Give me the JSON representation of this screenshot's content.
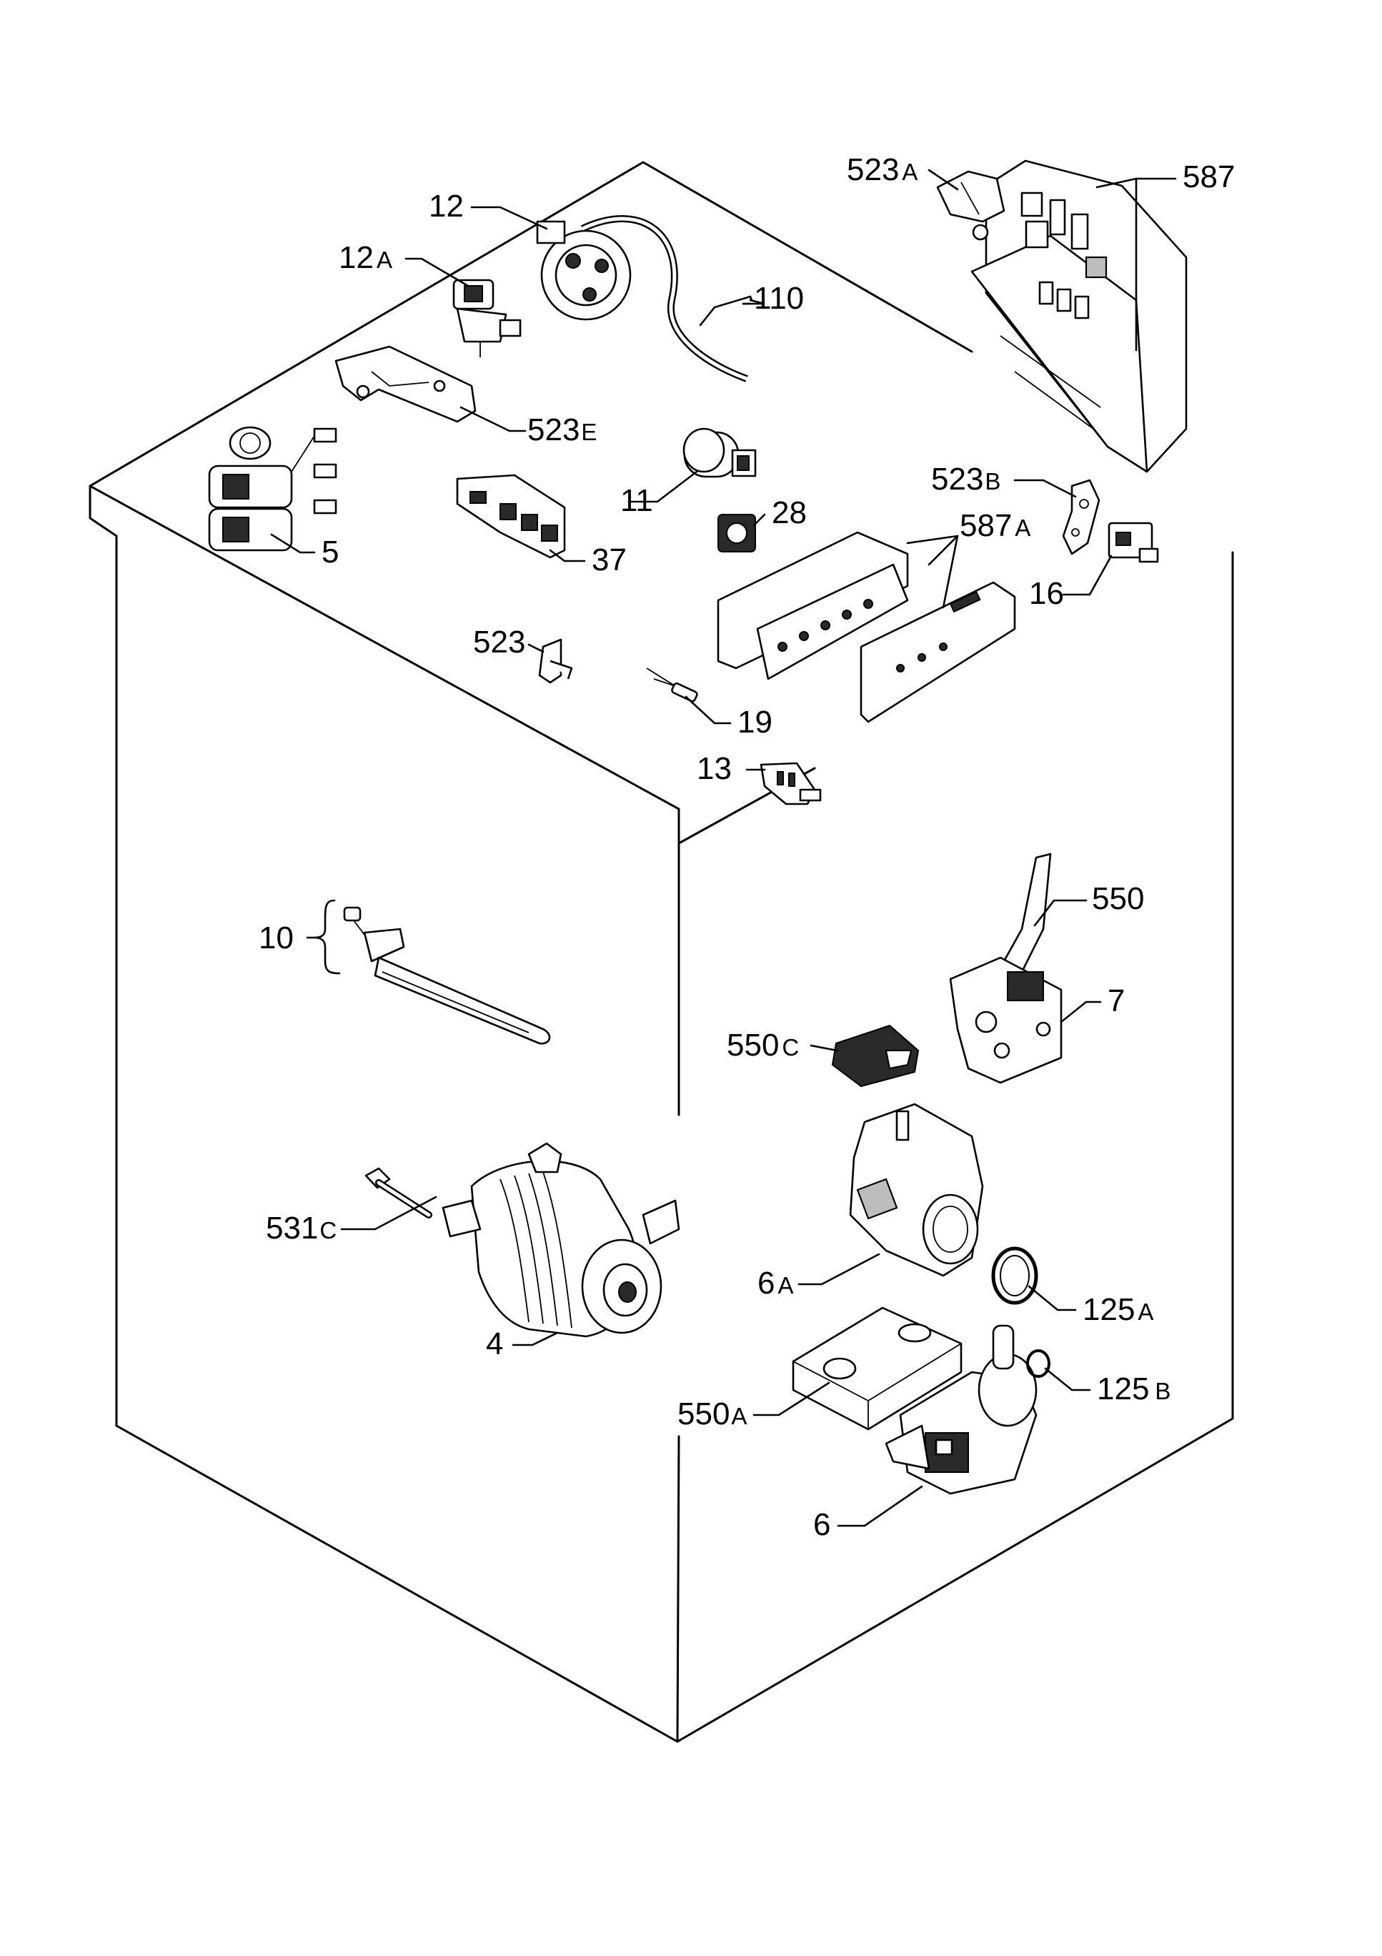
{
  "labels": {
    "p12": "12",
    "p12a": "12",
    "p12a_suffix": "A",
    "p110": "110",
    "p523a": "523",
    "p523a_suffix": "A",
    "p587": "587",
    "p523e": "523",
    "p523e_suffix": "E",
    "p5": "5",
    "p11": "11",
    "p28": "28",
    "p37": "37",
    "p523b": "523",
    "p523b_suffix": "B",
    "p587a": "587",
    "p587a_suffix": "A",
    "p16": "16",
    "p523": "523",
    "p19": "19",
    "p13": "13",
    "p10": "10",
    "p550": "550",
    "p7": "7",
    "p550c": "550",
    "p550c_suffix": "C",
    "p531c": "531",
    "p531c_suffix": "C",
    "p6a": "6",
    "p6a_suffix": "A",
    "p125a": "125",
    "p125a_suffix": "A",
    "p4": "4",
    "p125b": "125",
    "p125b_suffix": "B",
    "p550a": "550",
    "p550a_suffix": "A",
    "p6": "6"
  }
}
